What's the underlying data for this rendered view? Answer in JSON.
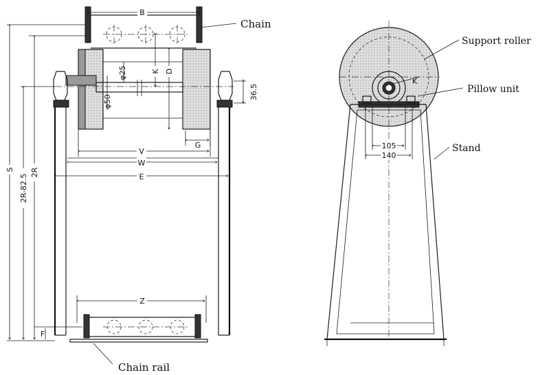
{
  "labels": {
    "chain": "Chain",
    "chain_rail": "Chain rail",
    "support_roller": "Support roller",
    "pillow_unit": "Pillow unit",
    "stand": "Stand"
  },
  "dimensions": {
    "B": "B",
    "K_left": "K",
    "D": "D",
    "phi25": "φ25",
    "phi50": "φ50",
    "d36_5": "36.5",
    "G": "G",
    "V": "V",
    "W": "W",
    "E": "E",
    "S": "S",
    "R_minus": "2R-82.5",
    "R2": "2R",
    "Z": "Z",
    "F": "F",
    "d105": "105",
    "d140": "140",
    "K_right": "K"
  }
}
